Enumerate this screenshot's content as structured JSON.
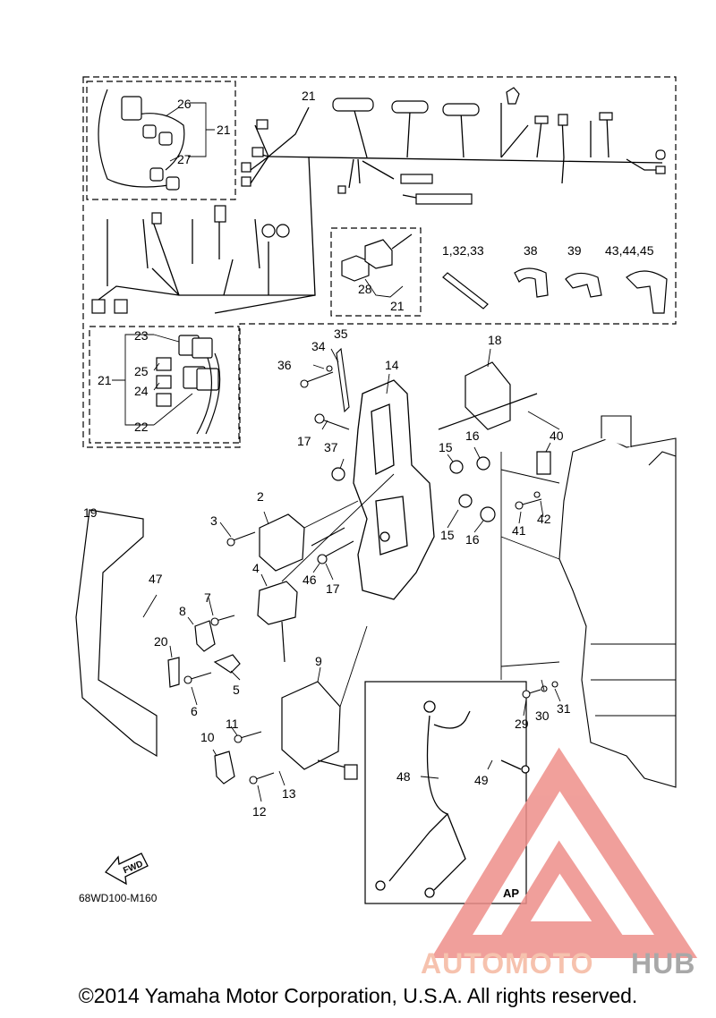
{
  "diagram": {
    "callouts": [
      {
        "id": "c-26",
        "text": "26"
      },
      {
        "id": "c-21a",
        "text": "21"
      },
      {
        "id": "c-27",
        "text": "27"
      },
      {
        "id": "c-21b",
        "text": "21"
      },
      {
        "id": "c-1-32-33",
        "text": "1,32,33"
      },
      {
        "id": "c-38",
        "text": "38"
      },
      {
        "id": "c-39",
        "text": "39"
      },
      {
        "id": "c-43-44-45",
        "text": "43,44,45"
      },
      {
        "id": "c-28",
        "text": "28"
      },
      {
        "id": "c-21c",
        "text": "21"
      },
      {
        "id": "c-23",
        "text": "23"
      },
      {
        "id": "c-21d",
        "text": "21"
      },
      {
        "id": "c-25",
        "text": "25"
      },
      {
        "id": "c-24",
        "text": "24"
      },
      {
        "id": "c-22",
        "text": "22"
      },
      {
        "id": "c-34",
        "text": "34"
      },
      {
        "id": "c-35",
        "text": "35"
      },
      {
        "id": "c-36",
        "text": "36"
      },
      {
        "id": "c-14",
        "text": "14"
      },
      {
        "id": "c-18",
        "text": "18"
      },
      {
        "id": "c-17a",
        "text": "17"
      },
      {
        "id": "c-37",
        "text": "37"
      },
      {
        "id": "c-15a",
        "text": "15"
      },
      {
        "id": "c-16a",
        "text": "16"
      },
      {
        "id": "c-40",
        "text": "40"
      },
      {
        "id": "c-2",
        "text": "2"
      },
      {
        "id": "c-3",
        "text": "3"
      },
      {
        "id": "c-19",
        "text": "19"
      },
      {
        "id": "c-15b",
        "text": "15"
      },
      {
        "id": "c-16b",
        "text": "16"
      },
      {
        "id": "c-41",
        "text": "41"
      },
      {
        "id": "c-42",
        "text": "42"
      },
      {
        "id": "c-46",
        "text": "46"
      },
      {
        "id": "c-17b",
        "text": "17"
      },
      {
        "id": "c-4",
        "text": "4"
      },
      {
        "id": "c-47",
        "text": "47"
      },
      {
        "id": "c-7",
        "text": "7"
      },
      {
        "id": "c-8",
        "text": "8"
      },
      {
        "id": "c-20",
        "text": "20"
      },
      {
        "id": "c-9",
        "text": "9"
      },
      {
        "id": "c-5",
        "text": "5"
      },
      {
        "id": "c-6",
        "text": "6"
      },
      {
        "id": "c-29",
        "text": "29"
      },
      {
        "id": "c-30",
        "text": "30"
      },
      {
        "id": "c-31",
        "text": "31"
      },
      {
        "id": "c-11",
        "text": "11"
      },
      {
        "id": "c-10",
        "text": "10"
      },
      {
        "id": "c-48",
        "text": "48"
      },
      {
        "id": "c-49",
        "text": "49"
      },
      {
        "id": "c-13",
        "text": "13"
      },
      {
        "id": "c-12",
        "text": "12"
      }
    ],
    "fwd_label": "FWD",
    "ap_label": "AP",
    "figure_code": "68WD100-M160"
  },
  "watermark": {
    "brand_part1": "AUTOMOTO",
    "brand_part2": "HUB",
    "color_orange": "#f5b8a0",
    "color_red": "#ee8f8a",
    "color_gray": "#9a9a9a"
  },
  "copyright": "©2014 Yamaha Motor Corporation, U.S.A. All rights reserved."
}
